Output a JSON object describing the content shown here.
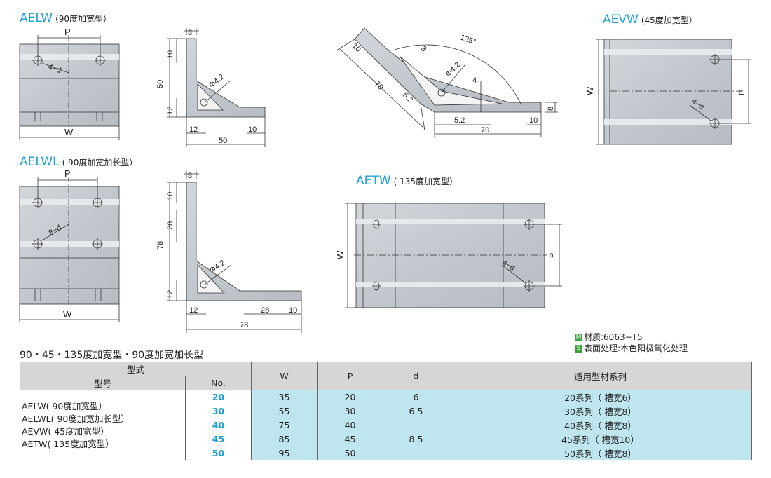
{
  "titles": {
    "aelw": {
      "main": "AELW",
      "sub": "(90度加宽型）"
    },
    "aelwl": {
      "main": "AELWL",
      "sub": "( 90度加宽加长型）"
    },
    "aevw": {
      "main": "AEVW",
      "sub": "(45度加宽型）"
    },
    "aetw": {
      "main": "AETW",
      "sub": "( 135度加宽型）"
    }
  },
  "dims": {
    "p": "P",
    "w": "W",
    "d4": "4−d",
    "d8": "8−d",
    "v8": "8",
    "v10": "10",
    "v12": "12",
    "v50": "50",
    "v28": "28",
    "v78": "78",
    "v70": "70",
    "v3": "3",
    "v4": "4",
    "v52": "5.2",
    "phi42": "Φ4.2",
    "a135": "135°"
  },
  "notes": {
    "material_badge": "M",
    "material": "材质:6063−T5",
    "surface_badge": "S",
    "surface": "表面处理:本色阳极氧化处理"
  },
  "table": {
    "title": "90・45・135度加宽型・90度加宽加长型",
    "header": {
      "type_label": "型式",
      "model_label": "型号",
      "no_label": "No.",
      "w": "W",
      "p": "P",
      "d": "d",
      "series": "适用型材系列"
    },
    "models": [
      "AELW( 90度加宽型）",
      "AELWL( 90度加宽加长型）",
      "AEVW( 45度加宽型）",
      "AETW( 135度加宽型）"
    ],
    "rows": [
      {
        "no": "20",
        "w": "35",
        "p": "20",
        "d": "6",
        "series": "20系列（ 槽宽6）"
      },
      {
        "no": "30",
        "w": "55",
        "p": "30",
        "d": "6.5",
        "series": "30系列（ 槽宽8）"
      },
      {
        "no": "40",
        "w": "75",
        "p": "40",
        "d": "",
        "series": "40系列（ 槽宽8）"
      },
      {
        "no": "45",
        "w": "85",
        "p": "45",
        "d": "8.5",
        "series": "45系列（ 槽宽10）"
      },
      {
        "no": "50",
        "w": "95",
        "p": "50",
        "d": "",
        "series": "50系列（ 槽宽8）"
      }
    ]
  },
  "colors": {
    "accent": "#1aa0d6",
    "metal": "#c4c9cf",
    "cyan_cell": "#bfe6ee",
    "header_cell": "#d6d6d6"
  }
}
